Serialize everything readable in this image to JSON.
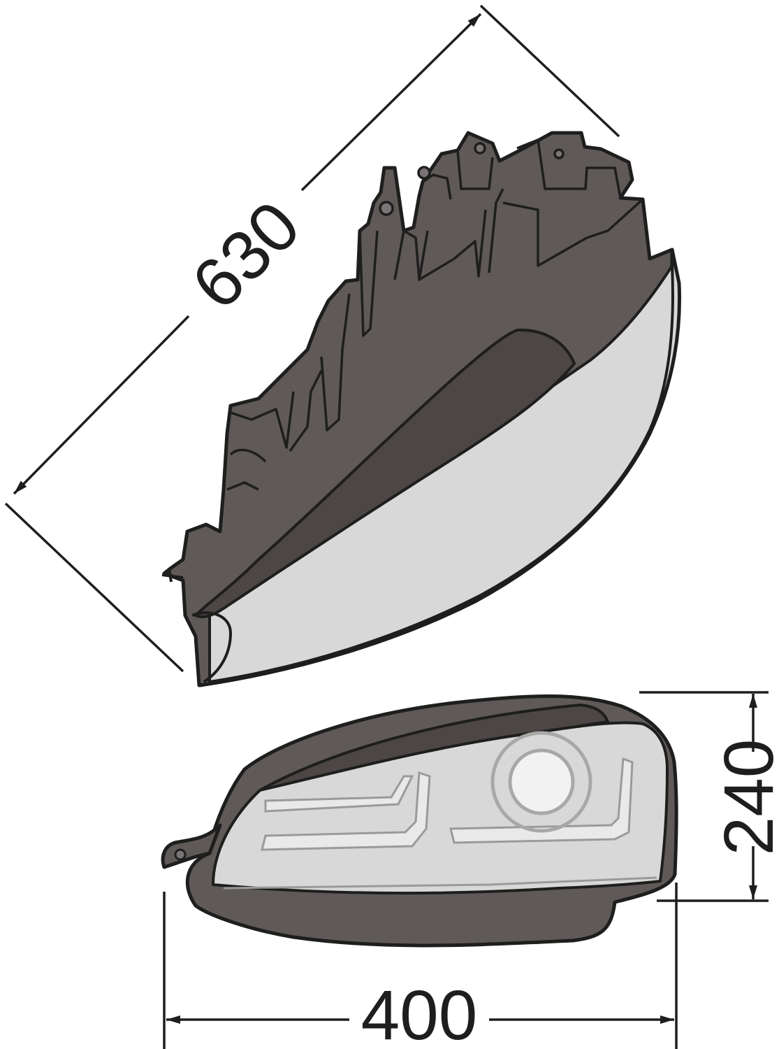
{
  "dimensions": {
    "length": "630",
    "width": "400",
    "height": "240"
  },
  "colors": {
    "line": "#1e1e1e",
    "housing": "#5f5a58",
    "housing_light": "#7a7574",
    "reflector": "#4c4645",
    "lens": "#d8d8d8",
    "drl": "#e9e9e9",
    "background": "#ffffff"
  }
}
